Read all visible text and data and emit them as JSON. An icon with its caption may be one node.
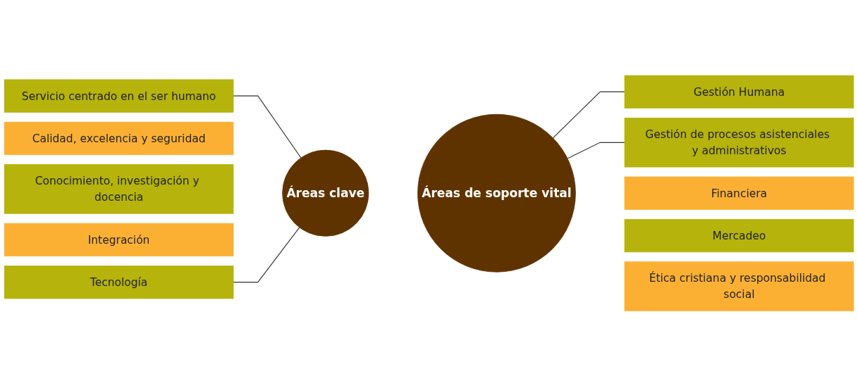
{
  "diagram": {
    "nodes": [
      {
        "text": [
          "Servicio centrado en el ser humano"
        ]
      },
      {
        "text": [
          "Calidad, excelencia y seguridad"
        ]
      },
      {
        "text": [
          "Conocimiento, investigación y docencia"
        ]
      },
      {
        "text": [
          "Integración"
        ]
      },
      {
        "text": [
          "Tecnología"
        ]
      },
      {
        "text": [
          "Áreas clave"
        ]
      },
      {
        "text": [
          "Áreas de soporte vital"
        ]
      },
      {
        "text": [
          "Gestión Humana"
        ]
      },
      {
        "text": [
          "Financiera"
        ]
      },
      {
        "text": [
          "Mercadeo"
        ]
      },
      {
        "text": [
          "Ética cristiana y responsabilidad social"
        ]
      },
      {
        "text": [
          "Gestión de procesos asistenciales y administrativos"
        ]
      }
    ],
    "edges": [
      {
        "from": 0,
        "to": 5,
        "arrow": "none"
      },
      {
        "from": 4,
        "to": 5,
        "arrow": "none"
      },
      {
        "from": 6,
        "to": 7,
        "arrow": "none"
      },
      {
        "from": 6,
        "to": 11,
        "arrow": "none"
      }
    ]
  }
}
